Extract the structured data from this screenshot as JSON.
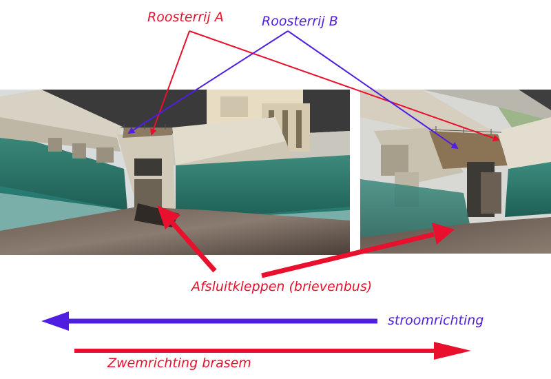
{
  "labels": {
    "roosterrij_a": "Roosterrij A",
    "roosterrij_b": "Roosterrij B",
    "afsluitkleppen": "Afsluitkleppen (brievenbus)",
    "stroomrichting": "stroomrichting",
    "zwemrichting": "Zwemrichting brasem"
  },
  "colors": {
    "red": "#e8102c",
    "blue": "#4f1ee0"
  },
  "photos": [
    "left-model-photo",
    "right-model-photo"
  ]
}
